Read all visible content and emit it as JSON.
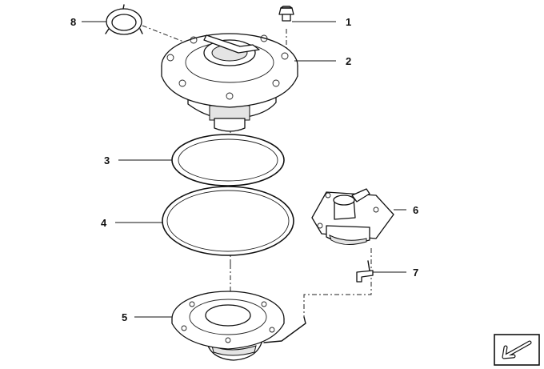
{
  "callouts": {
    "c1": "1",
    "c2": "2",
    "c3": "3",
    "c4": "4",
    "c5": "5",
    "c6": "6",
    "c7": "7",
    "c8": "8"
  },
  "icons": {
    "corner_badge": "diagonal-arrow-icon"
  }
}
